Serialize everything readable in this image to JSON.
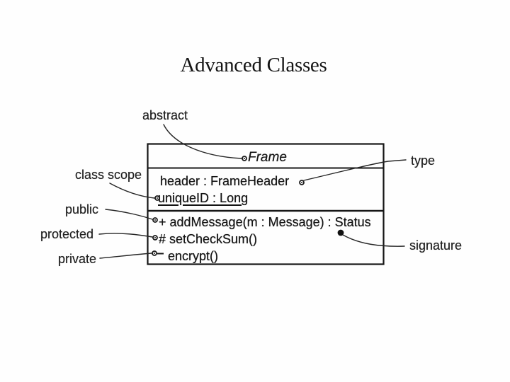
{
  "slide": {
    "title": "Advanced Classes",
    "background_color": "#fefefe",
    "ink_color": "#1a1a1a"
  },
  "uml_class": {
    "name": "Frame",
    "attributes": [
      {
        "text": "header : FrameHeader"
      },
      {
        "text": "uniqueID : Long",
        "underlined": "true"
      }
    ],
    "operations": [
      {
        "text": "+ addMessage(m : Message) : Status"
      },
      {
        "text": "# setCheckSum()"
      },
      {
        "text": "encrypt()"
      }
    ]
  },
  "callouts": {
    "abstract": {
      "label": "abstract"
    },
    "class_scope": {
      "label": "class scope"
    },
    "public": {
      "label": "public"
    },
    "protected": {
      "label": "protected"
    },
    "private": {
      "label": "private"
    },
    "type": {
      "label": "type"
    },
    "signature": {
      "label": "signature"
    }
  }
}
